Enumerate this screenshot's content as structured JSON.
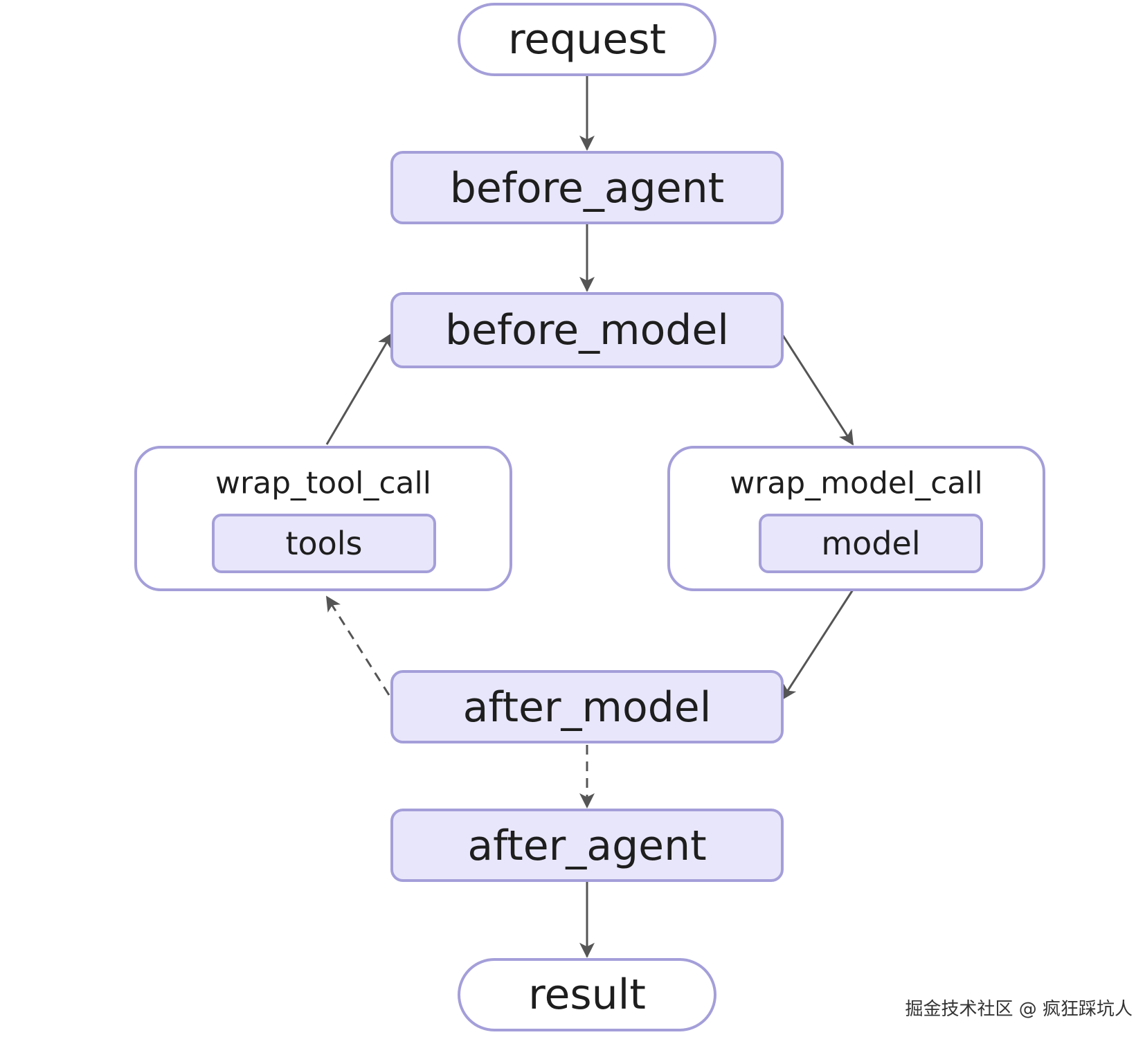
{
  "nodes": {
    "request": "request",
    "before_agent": "before_agent",
    "before_model": "before_model",
    "wrap_tool_call": "wrap_tool_call",
    "tools": "tools",
    "wrap_model_call": "wrap_model_call",
    "model": "model",
    "after_model": "after_model",
    "after_agent": "after_agent",
    "result": "result"
  },
  "edges": [
    {
      "from": "request",
      "to": "before_agent",
      "style": "solid"
    },
    {
      "from": "before_agent",
      "to": "before_model",
      "style": "solid"
    },
    {
      "from": "before_model",
      "to": "wrap_model_call",
      "style": "solid"
    },
    {
      "from": "wrap_model_call",
      "to": "after_model",
      "style": "solid"
    },
    {
      "from": "after_model",
      "to": "wrap_tool_call",
      "style": "dashed"
    },
    {
      "from": "wrap_tool_call",
      "to": "before_model",
      "style": "solid"
    },
    {
      "from": "after_model",
      "to": "after_agent",
      "style": "dashed"
    },
    {
      "from": "after_agent",
      "to": "result",
      "style": "solid"
    }
  ],
  "colors": {
    "node_fill": "#e8e6fa",
    "node_stroke": "#a49fd9",
    "edge": "#555555",
    "text": "#1e1e1e"
  },
  "watermark": "掘金技术社区 @ 疯狂踩坑人"
}
